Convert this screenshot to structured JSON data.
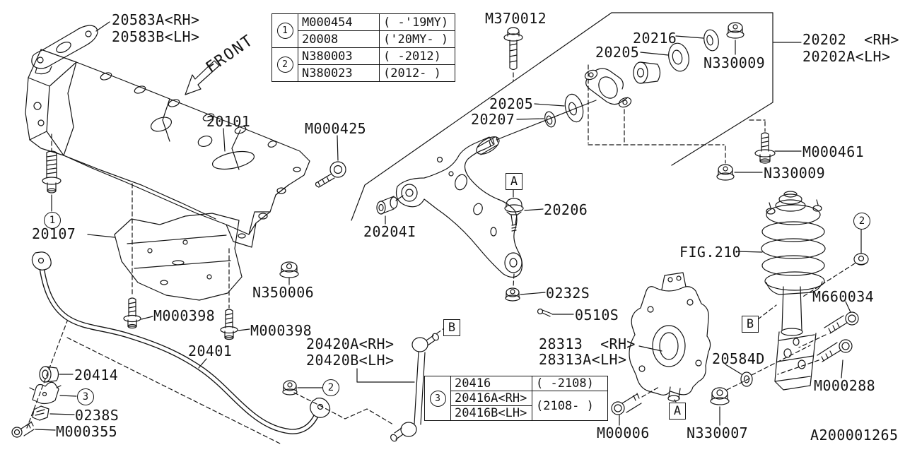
{
  "diagram": {
    "front_indicator": "FRONT",
    "drawing_number": "A200001265"
  },
  "labels": {
    "bracket_rh": "20583A<RH>",
    "bracket_lh": "20583B<LH>",
    "stud_m370012": "M370012",
    "washer_20216": "20216",
    "washer_20205_upper": "20205",
    "nut_n330009_upper": "N330009",
    "housing_rh": "20202  <RH>",
    "housing_lh": "20202A<LH>",
    "crossmember_20101": "20101",
    "bolt_m000425": "M000425",
    "washer_20205_mid": "20205",
    "seal_20207": "20207",
    "bolt_m000461": "M000461",
    "nut_n330009_mid": "N330009",
    "undercover_20107": "20107",
    "bushing_20204i": "20204I",
    "balljoint_20206": "20206",
    "nut_n350006": "N350006",
    "strut_fig210": "FIG.210",
    "bolt_m660034": "M660034",
    "nut_0232s": "0232S",
    "pin_0510s": "0510S",
    "bolt_m000398_left": "M000398",
    "bolt_m000398_right": "M000398",
    "stabilizer_20401": "20401",
    "link_rh": "20420A<RH>",
    "link_lh": "20420B<LH>",
    "knuckle_rh": "28313  <RH>",
    "knuckle_lh": "28313A<LH>",
    "washer_20584d": "20584D",
    "bushing_20414": "20414",
    "clamp_0238s": "0238S",
    "bolt_m000355": "M000355",
    "bolt_m00006": "M00006",
    "nut_n330007": "N330007",
    "bolt_m000288": "M000288"
  },
  "callouts": {
    "ref1": "1",
    "ref2_strut": "2",
    "ref2_bar": "2",
    "ref3_bar": "3",
    "box_a_arm": "A",
    "box_a_knuckle": "A",
    "box_b_link": "B",
    "box_b_strut": "B"
  },
  "tables": {
    "variant_top": {
      "groups": [
        {
          "ref": "1",
          "rows": [
            {
              "part": "M000454",
              "range": "( -'19MY)"
            },
            {
              "part": "20008",
              "range": "('20MY- )"
            }
          ]
        },
        {
          "ref": "2",
          "rows": [
            {
              "part": "N380003",
              "range": "( -2012)"
            },
            {
              "part": "N380023",
              "range": "(2012- )"
            }
          ]
        }
      ]
    },
    "variant_bottom": {
      "ref": "3",
      "row1": {
        "part": "20416",
        "range": "( -2108)"
      },
      "row2_part": "20416A<RH>",
      "row3_part": "20416B<LH>",
      "row23_range": "(2108- )"
    }
  }
}
